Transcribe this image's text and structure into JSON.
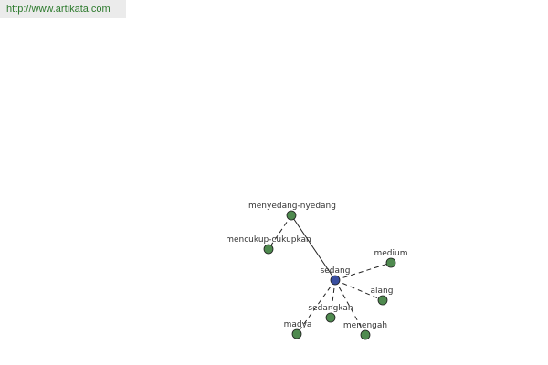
{
  "header": {
    "url_text": "http://www.artikata.com"
  },
  "colors": {
    "center_node": "#3a4fa0",
    "leaf_node": "#4f8a4f",
    "edge": "#222222",
    "url_text": "#2d7a2d"
  },
  "graph": {
    "center": "sedang",
    "nodes": [
      {
        "id": "sedang",
        "label": "sedang",
        "type": "center"
      },
      {
        "id": "menyedang-nyedang",
        "label": "menyedang-nyedang",
        "type": "leaf"
      },
      {
        "id": "mencukup-cukupkan",
        "label": "mencukup-cukupkan",
        "type": "leaf"
      },
      {
        "id": "medium",
        "label": "medium",
        "type": "leaf"
      },
      {
        "id": "alang",
        "label": "alang",
        "type": "leaf"
      },
      {
        "id": "sedangkan",
        "label": "sedangkan",
        "type": "leaf"
      },
      {
        "id": "madya",
        "label": "madya",
        "type": "leaf"
      },
      {
        "id": "menengah",
        "label": "menengah",
        "type": "leaf"
      }
    ],
    "edges": [
      {
        "from": "sedang",
        "to": "menyedang-nyedang",
        "style": "solid"
      },
      {
        "from": "menyedang-nyedang",
        "to": "mencukup-cukupkan",
        "style": "dashed"
      },
      {
        "from": "sedang",
        "to": "medium",
        "style": "dashed"
      },
      {
        "from": "sedang",
        "to": "alang",
        "style": "dashed"
      },
      {
        "from": "sedang",
        "to": "sedangkan",
        "style": "dashed"
      },
      {
        "from": "sedang",
        "to": "madya",
        "style": "dashed"
      },
      {
        "from": "sedang",
        "to": "menengah",
        "style": "dashed"
      }
    ]
  }
}
